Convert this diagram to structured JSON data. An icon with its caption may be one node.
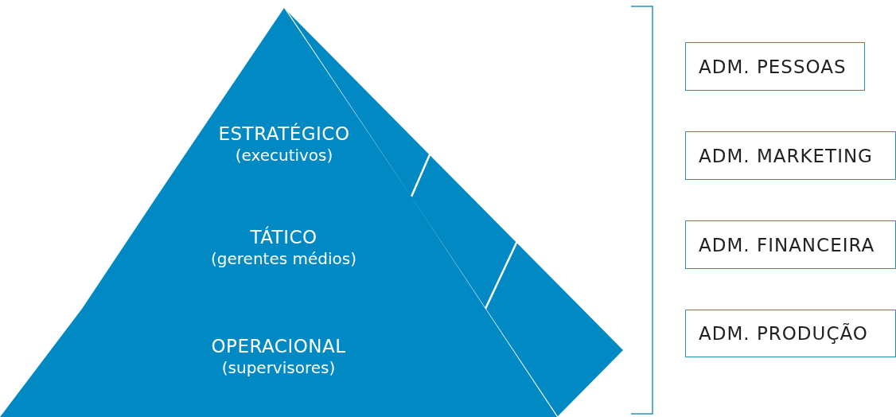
{
  "diagram": {
    "nodes": [
      {
        "text": [
          "ESTRATÉGICO",
          "(executivos)"
        ]
      },
      {
        "text": [
          "TÁTICO",
          "(gerentes médios)"
        ]
      },
      {
        "text": [
          "OPERACIONAL",
          "(supervisores)"
        ]
      },
      {
        "text": [
          "ADM. PESSOAS"
        ]
      },
      {
        "text": [
          "ADM. MARKETING"
        ]
      },
      {
        "text": [
          "ADM. FINANCEIRA"
        ]
      },
      {
        "text": [
          "ADM. PRODUÇÃO"
        ]
      }
    ]
  }
}
